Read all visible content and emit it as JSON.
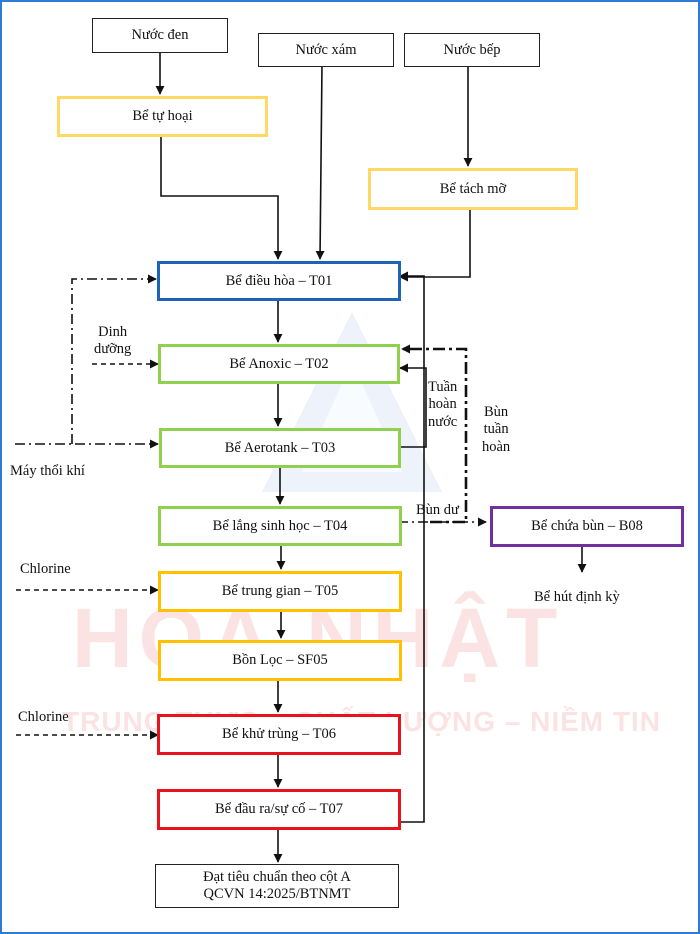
{
  "sources": {
    "nuoc_den": "Nước đen",
    "nuoc_xam": "Nước xám",
    "nuoc_bep": "Nước bếp"
  },
  "tanks": {
    "tu_hoai": "Bể tự hoại",
    "tach_mo": "Bể tách mỡ",
    "dieu_hoa": "Bể điều hòa – T01",
    "anoxic": "Bể Anoxic – T02",
    "aerotank": "Bể Aerotank – T03",
    "lang": "Bể lắng sinh học – T04",
    "trung_gian": "Bể trung gian – T05",
    "bon_loc": "Bồn Lọc – SF05",
    "khu_trung": "Bể khử trùng – T06",
    "dau_ra": "Bể đầu ra/sự cố – T07",
    "chua_bun": "Bể chứa bùn – B08"
  },
  "output": {
    "line1": "Đạt tiêu chuẩn theo cột A",
    "line2": "QCVN 14:2025/BTNMT"
  },
  "labels": {
    "dinh_duong_1": "Dinh",
    "dinh_duong_2": "dưỡng",
    "may_thoi_khi": "Máy thổi khí",
    "tuan_hoan_nuoc_1": "Tuần",
    "tuan_hoan_nuoc_2": "hoàn",
    "tuan_hoan_nuoc_3": "nước",
    "bun_tuan_hoan_1": "Bùn",
    "bun_tuan_hoan_2": "tuần",
    "bun_tuan_hoan_3": "hoàn",
    "bun_du": "Bùn dư",
    "chlorine_1": "Chlorine",
    "chlorine_2": "Chlorine",
    "hut_dinh_ky": "Bể hút định kỳ"
  },
  "watermark": {
    "brand": "HOÀ NHẬT",
    "slogan": "TRUNG THỰC – CHẤT LƯỢNG – NIỀM TIN"
  },
  "colors": {
    "yellow": "#ffd966",
    "blue": "#1f64b4",
    "green": "#8fd14f",
    "orange": "#ffc000",
    "red": "#e8141b",
    "purple": "#7030a0",
    "frame": "#2e7bd6"
  }
}
